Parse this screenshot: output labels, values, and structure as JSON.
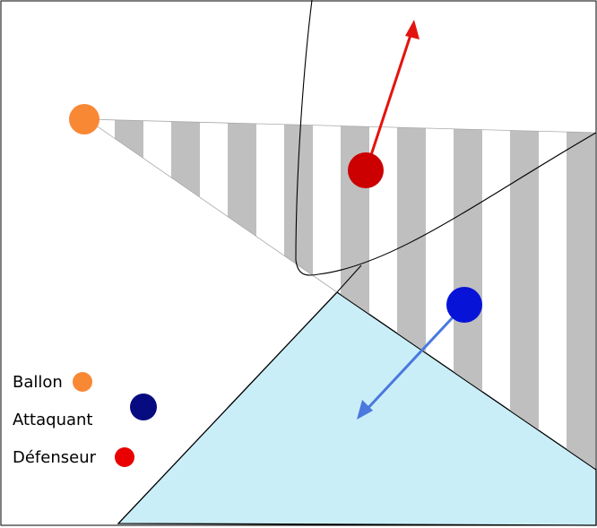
{
  "legend": {
    "ball": "Ballon",
    "attacker": "Attaquant",
    "defender": "Défenseur"
  },
  "colors": {
    "ball": "#f98835",
    "attacker_legend": "#060b80",
    "attacker_player": "#0813d8",
    "defender_legend": "#e90000",
    "defender_player": "#cc0000",
    "defender_arrow": "#e3140f",
    "attacker_arrow": "#4a78dd",
    "reachable_zone": "#caeef8",
    "stripes": "#bfbfbf"
  }
}
